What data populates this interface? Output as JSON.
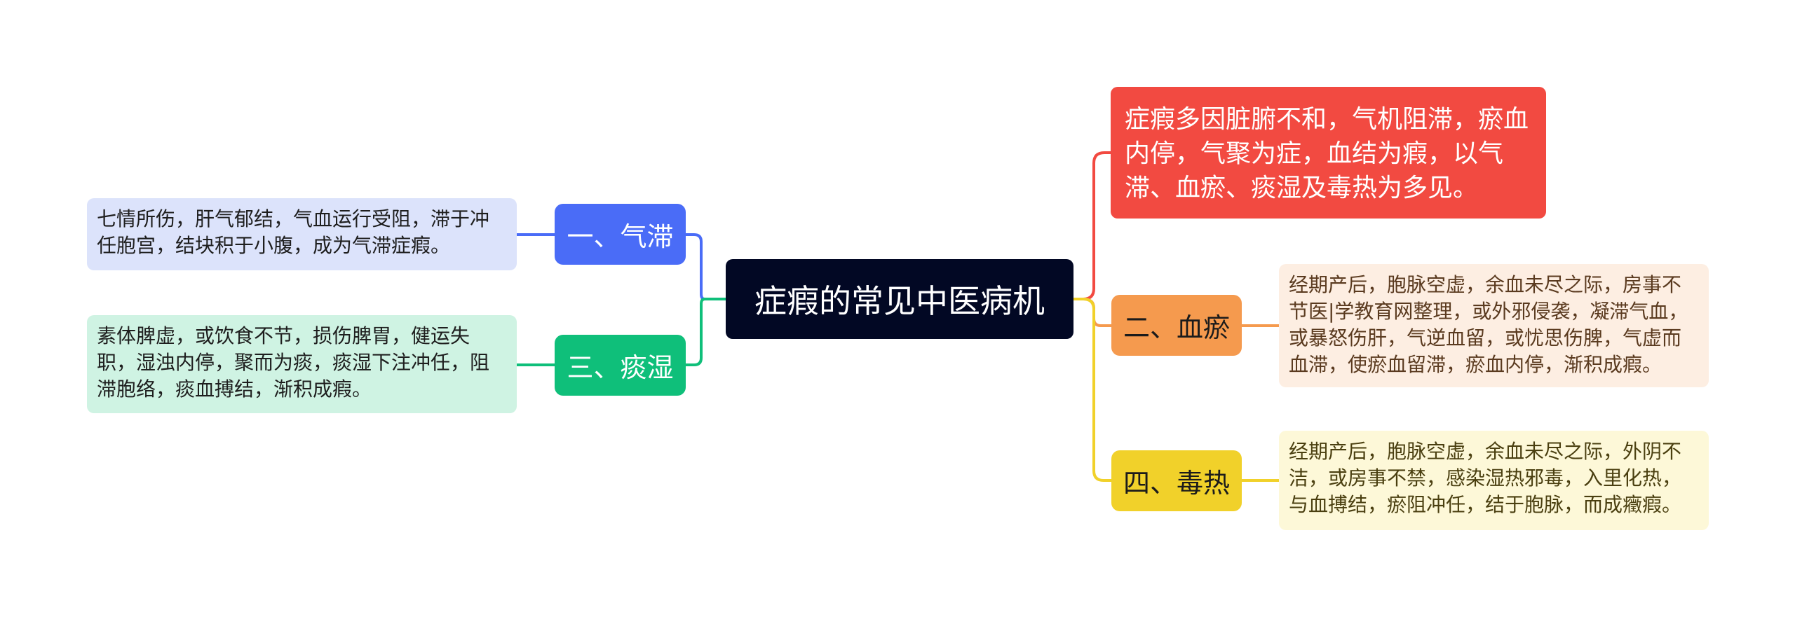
{
  "root": {
    "label": "症瘕的常见中医病机"
  },
  "top_node": {
    "text": "症瘕多因脏腑不和，气机阻滞，瘀血内停，气聚为症，血结为瘕，以气滞、血瘀、痰湿及毒热为多见。"
  },
  "branches": {
    "qizhi": {
      "label": "一、气滞",
      "detail": "七情所伤，肝气郁结，气血运行受阻，滞于冲任胞宫，结块积于小腹，成为气滞症瘕。"
    },
    "tanshi": {
      "label": "三、痰湿",
      "detail": "素体脾虚，或饮食不节，损伤脾胃，健运失职，湿浊内停，聚而为痰，痰湿下注冲任，阻滞胞络，痰血搏结，渐积成瘕。"
    },
    "xueyu": {
      "label": "二、血瘀",
      "detail": "经期产后，胞脉空虚，余血未尽之际，房事不节医|学教育网整理，或外邪侵袭，凝滞气血，或暴怒伤肝，气逆血留，或忧思伤脾，气虚而血滞，使瘀血留滞，瘀血内停，渐积成瘕。"
    },
    "reheat": {
      "label": "四、毒热",
      "detail": "经期产后，胞脉空虚，余血未尽之际，外阴不洁，或房事不禁，感染湿热邪毒，入里化热，与血搏结，瘀阻冲任，结于胞脉，而成癥瘕。"
    }
  },
  "colors": {
    "root": "#020824",
    "qizhi": "#4a6cf7",
    "tanshi": "#0fbf7a",
    "xueyu": "#f59a4e",
    "reheat": "#f1d12a",
    "top": "#f24a41"
  }
}
